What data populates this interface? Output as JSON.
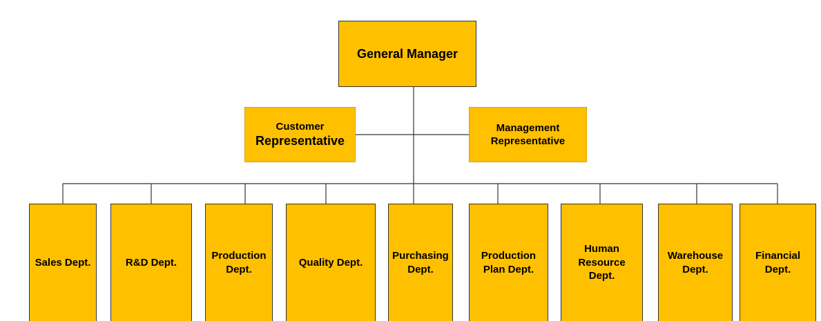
{
  "general_manager": "General Manager",
  "customer_rep": {
    "line1": "Customer",
    "line2": "Representative"
  },
  "management_rep": "Management\nRepresentative",
  "departments": [
    "Sales Dept.",
    "R&D Dept.",
    "Production\nDept.",
    "Quality  Dept.",
    "Purchasing\nDept.",
    "Production\nPlan Dept.",
    "Human\nResource\nDept.",
    "Warehouse\nDept.",
    "Financial\nDept."
  ],
  "colors": {
    "box_fill": "#ffc000",
    "connector": "#333333"
  }
}
